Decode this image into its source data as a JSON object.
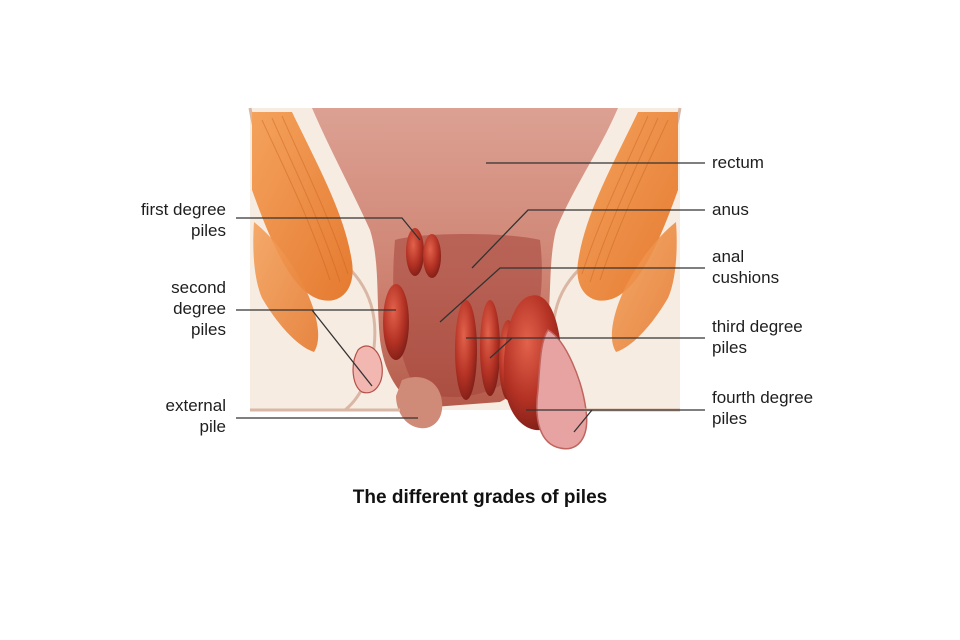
{
  "caption": "The different grades of piles",
  "labels": {
    "rectum": "rectum",
    "anus": "anus",
    "anal_cushions": [
      "anal",
      "cushions"
    ],
    "third_degree": [
      "third degree",
      "piles"
    ],
    "fourth_degree": [
      "fourth degree",
      "piles"
    ],
    "first_degree": [
      "first degree",
      "piles"
    ],
    "second_degree": [
      "second",
      "degree",
      "piles"
    ],
    "external": [
      "external",
      "pile"
    ]
  },
  "colors": {
    "skin": "#f7ece2",
    "rectum_wall": "#d99b8f",
    "muscle": "#ee8a3e",
    "pile_dark": "#9c2a22",
    "leader": "#333333"
  }
}
